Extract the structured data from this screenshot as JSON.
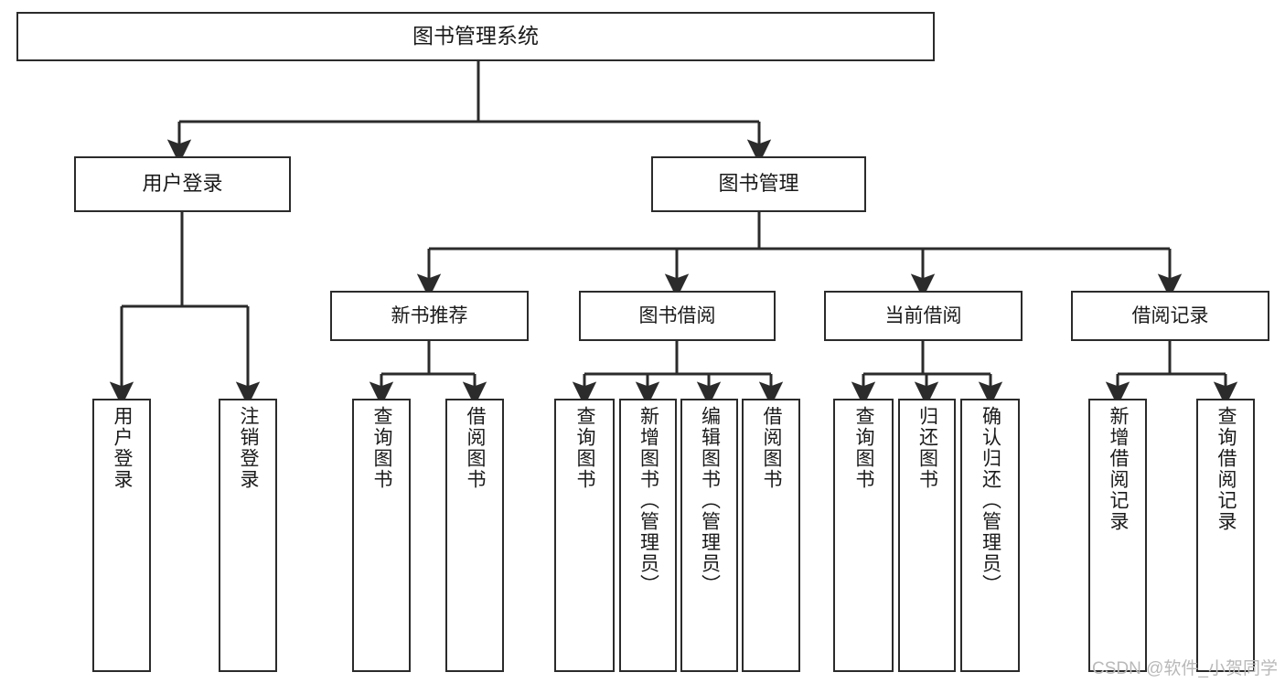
{
  "diagram": {
    "title": "图书管理系统",
    "type": "hierarchy-tree",
    "watermark": "CSDN @软件_小贺同学",
    "colors": {
      "stroke": "#2b2b2b",
      "fill": "#ffffff",
      "text": "#1a1a1a",
      "watermark": "#b9b9b9"
    },
    "nodes": {
      "root": {
        "label": "图书管理系统"
      },
      "level2": [
        {
          "id": "user-login",
          "label": "用户登录"
        },
        {
          "id": "book-management",
          "label": "图书管理"
        }
      ],
      "level3": [
        {
          "id": "new-book-recommend",
          "label": "新书推荐"
        },
        {
          "id": "book-borrow",
          "label": "图书借阅"
        },
        {
          "id": "current-borrow",
          "label": "当前借阅"
        },
        {
          "id": "borrow-record",
          "label": "借阅记录"
        }
      ],
      "leaves": {
        "user-login": [
          {
            "id": "leaf-user-login",
            "label": "用户登录"
          },
          {
            "id": "leaf-user-logout",
            "label": "注销登录"
          }
        ],
        "new-book-recommend": [
          {
            "id": "leaf-query-book-1",
            "label": "查询图书"
          },
          {
            "id": "leaf-borrow-book-1",
            "label": "借阅图书"
          }
        ],
        "book-borrow": [
          {
            "id": "leaf-query-book-2",
            "label": "查询图书"
          },
          {
            "id": "leaf-add-book",
            "label": "新增图书（管理员）"
          },
          {
            "id": "leaf-edit-book",
            "label": "编辑图书（管理员）"
          },
          {
            "id": "leaf-borrow-book-2",
            "label": "借阅图书"
          }
        ],
        "current-borrow": [
          {
            "id": "leaf-query-book-3",
            "label": "查询图书"
          },
          {
            "id": "leaf-return-book",
            "label": "归还图书"
          },
          {
            "id": "leaf-confirm-return",
            "label": "确认归还（管理员）"
          }
        ],
        "borrow-record": [
          {
            "id": "leaf-add-record",
            "label": "新增借阅记录"
          },
          {
            "id": "leaf-query-record",
            "label": "查询借阅记录"
          }
        ]
      }
    }
  }
}
